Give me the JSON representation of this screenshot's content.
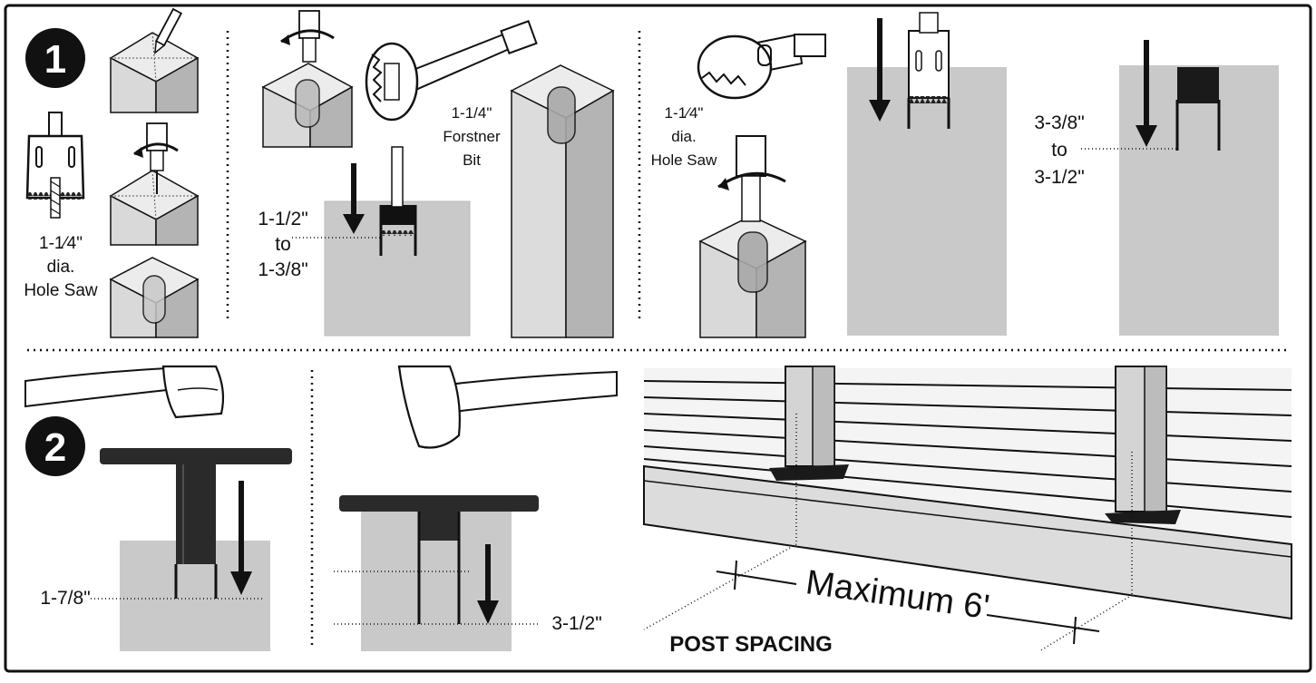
{
  "steps": {
    "one": "1",
    "two": "2"
  },
  "step1": {
    "holesaw_a": {
      "line1": "1-1⁄4\"",
      "line2": "dia.",
      "line3": "Hole Saw"
    },
    "depth_a": {
      "line1": "1-1/2\"",
      "line2": "to",
      "line3": "1-3/8\""
    },
    "forstner": {
      "line1": "1-1/4\"",
      "line2": "Forstner",
      "line3": "Bit"
    },
    "holesaw_b": {
      "line1": "1-1⁄4\"",
      "line2": "dia.",
      "line3": "Hole Saw"
    },
    "depth_b": {
      "line1": "3-3/8\"",
      "line2": "to",
      "line3": "3-1/2\""
    }
  },
  "step2": {
    "insert_depth_a": "1-7/8\"",
    "insert_depth_b": "3-1/2\"",
    "spacing_max": "Maximum 6'",
    "spacing_title": "POST SPACING"
  },
  "colors": {
    "frame": "#111111",
    "wood_top": "#e9e9e9",
    "wood_side_light": "#d7d7d7",
    "wood_side_dark": "#b4b4b4",
    "cutaway": "#c9c9c9",
    "metal_dark": "#2a2a2a"
  }
}
